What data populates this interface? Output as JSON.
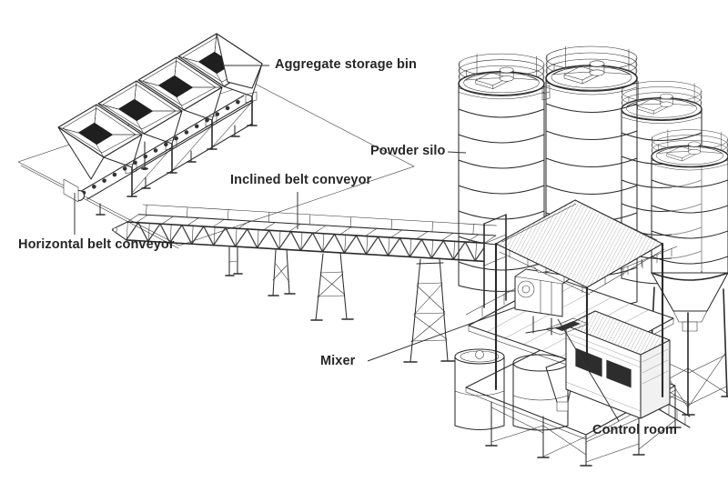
{
  "colors": {
    "background": "#ffffff",
    "ink": "#2a2a2a",
    "label_text": "#262626"
  },
  "labels": {
    "aggregate_storage_bin": "Aggregate storage bin",
    "powder_silo": "Powder silo",
    "inclined_belt_conveyor": "Inclined belt conveyor",
    "horizontal_belt_conveyor": "Horizontal belt conveyor",
    "mixer": "Mixer",
    "control_room": "Control room"
  }
}
